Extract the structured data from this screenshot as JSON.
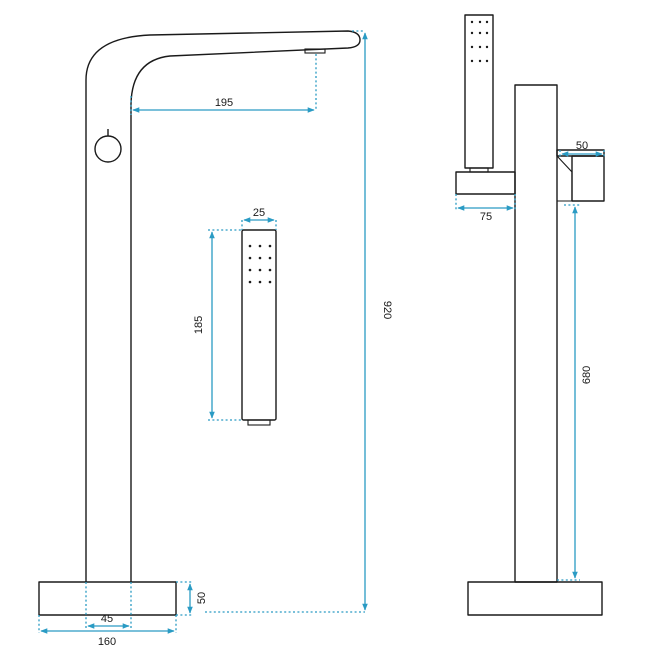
{
  "colors": {
    "line": "#1a1a1a",
    "dimension": "#2a9bc4",
    "background": "#ffffff"
  },
  "dimensions": {
    "spout_reach": "195",
    "total_height": "920",
    "hand_shower_width": "25",
    "hand_shower_length": "185",
    "base_width": "160",
    "column_width": "45",
    "base_height": "50",
    "holder_width": "50",
    "holder_depth": "75",
    "shower_height": "680"
  }
}
